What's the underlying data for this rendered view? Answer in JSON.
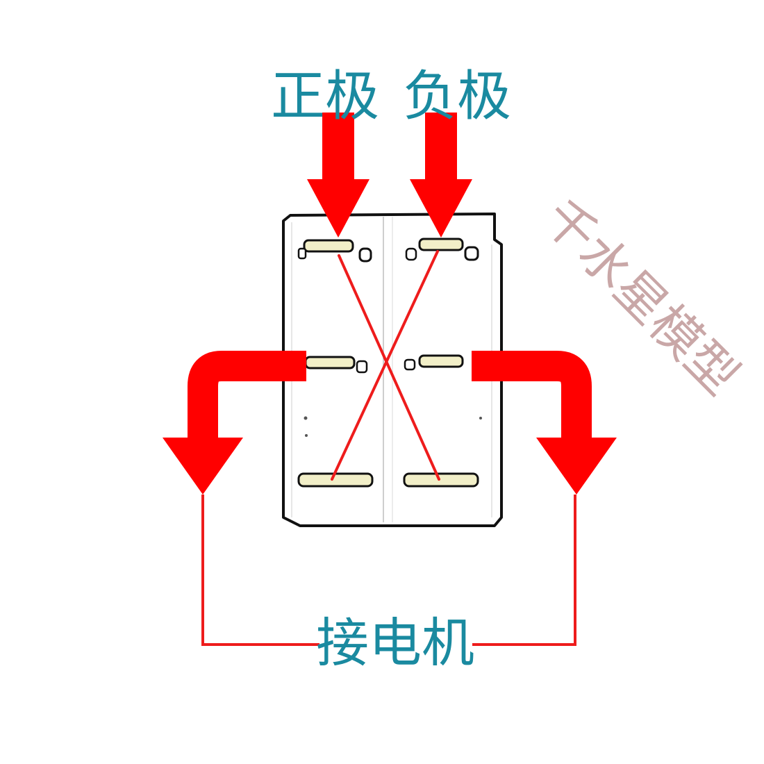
{
  "labels": {
    "positive": "正极",
    "negative": "负极",
    "motor": "接电机"
  },
  "watermark": {
    "text": "千水星模型"
  },
  "colors": {
    "label": "#1a8aa0",
    "arrow": "#ff0000",
    "wire": "#ee1c1c",
    "watermark": "#c9a7a7",
    "switch_outline": "#111111",
    "terminal_fill": "#f2efc8"
  }
}
